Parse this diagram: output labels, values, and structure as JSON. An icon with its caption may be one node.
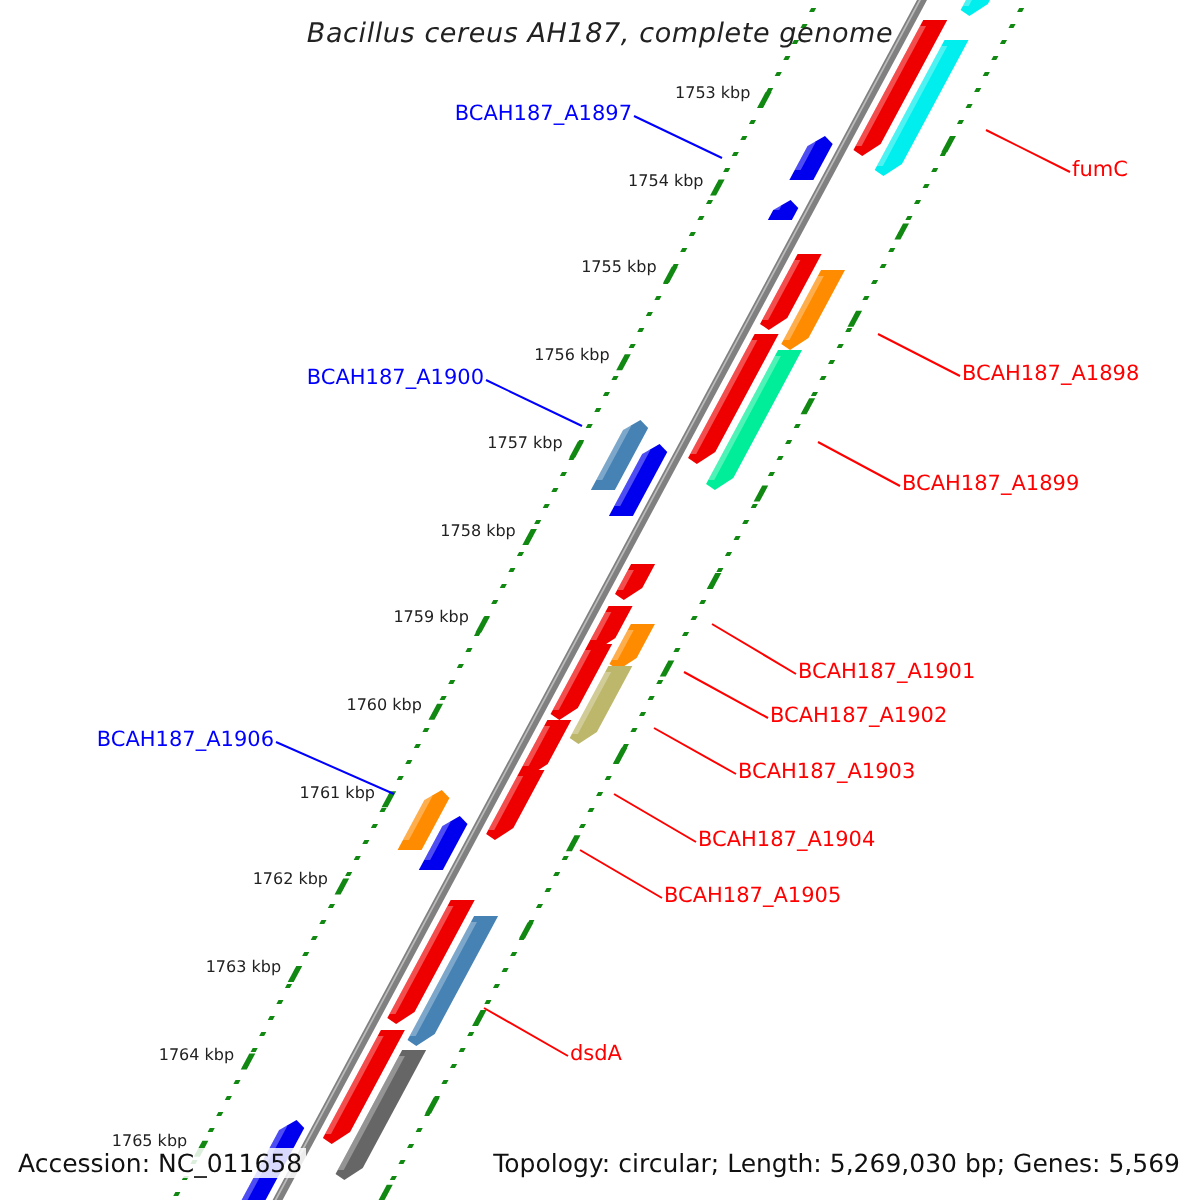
{
  "diagram": {
    "title": "Bacillus cereus AH187, complete genome",
    "nodes": [
      {
        "text": [
          "BCAH187_A1897"
        ]
      },
      {
        "text": [
          "fumC"
        ]
      },
      {
        "text": [
          "BCAH187_A1898"
        ]
      },
      {
        "text": [
          "BCAH187_A1899"
        ]
      },
      {
        "text": [
          "BCAH187_A1900"
        ]
      },
      {
        "text": [
          "BCAH187_A1901"
        ]
      },
      {
        "text": [
          "BCAH187_A1902"
        ]
      },
      {
        "text": [
          "BCAH187_A1903"
        ]
      },
      {
        "text": [
          "BCAH187_A1906"
        ]
      },
      {
        "text": [
          "BCAH187_A1904"
        ]
      },
      {
        "text": [
          "BCAH187_A1905"
        ]
      },
      {
        "text": [
          "dsdA"
        ]
      }
    ],
    "edges": [
      {
        "from": 0,
        "to": null,
        "arrow": "none",
        "color": "#0000ff"
      },
      {
        "from": 1,
        "to": null,
        "arrow": "none"
      },
      {
        "from": 2,
        "to": null,
        "arrow": "none"
      },
      {
        "from": 3,
        "to": null,
        "arrow": "none"
      },
      {
        "from": 4,
        "to": null,
        "arrow": "none",
        "color": "#0000ff"
      },
      {
        "from": 5,
        "to": null,
        "arrow": "none"
      },
      {
        "from": 6,
        "to": null,
        "arrow": "none"
      },
      {
        "from": 7,
        "to": null,
        "arrow": "none"
      },
      {
        "from": 8,
        "to": null,
        "arrow": "none",
        "color": "#0000ff"
      },
      {
        "from": 9,
        "to": null,
        "arrow": "none"
      },
      {
        "from": 10,
        "to": null,
        "arrow": "none"
      },
      {
        "from": 11,
        "to": null,
        "arrow": "none"
      }
    ],
    "labels": [
      "1753 kbp",
      "1754 kbp",
      "1755 kbp",
      "1756 kbp",
      "1757 kbp",
      "1758 kbp",
      "1759 kbp",
      "1760 kbp",
      "1761 kbp",
      "1762 kbp",
      "1763 kbp",
      "1764 kbp",
      "1765 kbp",
      "Accession: NC_011658",
      "Topology: circular; Length: 5,269,030 bp; Genes: 5,569"
    ]
  }
}
